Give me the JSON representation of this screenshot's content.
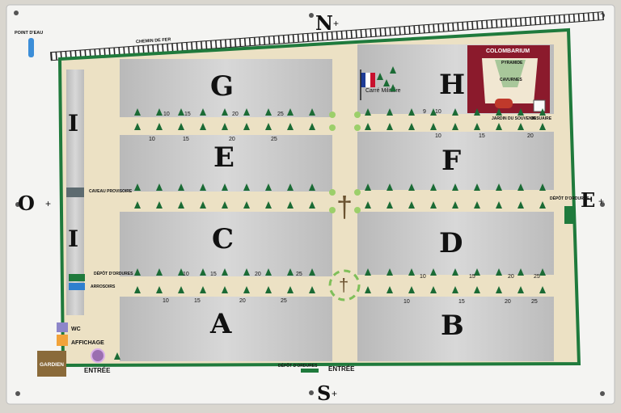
{
  "compass": {
    "north": "N",
    "south": "S",
    "east": "E",
    "west": "O"
  },
  "water_point": "POINT D'EAU",
  "railway": "CHEMIN DE FER",
  "sections": [
    "G",
    "H",
    "E",
    "F",
    "I",
    "C",
    "D",
    "I",
    "A",
    "B"
  ],
  "labels": {
    "columbarium": "COLOMBARIUM",
    "pyramid": "PYRAMIDE",
    "cavurnes": "CAVURNES",
    "jardin": "JARDIN DU SOUVENIR",
    "ossuaire": "OSSUAIRE",
    "carre": "Carré Militaire",
    "caveau": "CAVEAU PROVISOIRE",
    "depot_left": "DÉPÔT D'ORDURES",
    "arrosoirs": "ARROSOIRS",
    "wc": "WC",
    "affichage": "AFFICHAGE",
    "gardien": "GARDIEN",
    "entree_left": "ENTRÉE",
    "entree_bottom": "ENTRÉE",
    "depot_bottom": "DÉPÔT D'ORDURES",
    "depot_right": "DÉPÔT D'ORDURES"
  },
  "row_numbers": {
    "row1_top_left": [
      "10",
      "15",
      "20",
      "25"
    ],
    "row1_top_right": [
      "9",
      "10"
    ],
    "row1_bottom_left": [
      "10",
      "15",
      "20",
      "25"
    ],
    "row1_bottom_right": [
      "10",
      "15",
      "20"
    ],
    "row2_top_left": [
      "10",
      "15",
      "20",
      "25"
    ],
    "row2_top_right": [
      "10",
      "15",
      "20",
      "25"
    ],
    "row2_bottom_left": [
      "10",
      "15",
      "20",
      "25"
    ],
    "row2_bottom_right": [
      "10",
      "15",
      "20",
      "25"
    ]
  },
  "colors": {
    "board": "#f4f4f2",
    "path": "#ece1c4",
    "wall": "#1f7a3c",
    "plot": "#c2c2c2",
    "tree": "#1b6b35",
    "columbarium": "#8b1a2c"
  }
}
